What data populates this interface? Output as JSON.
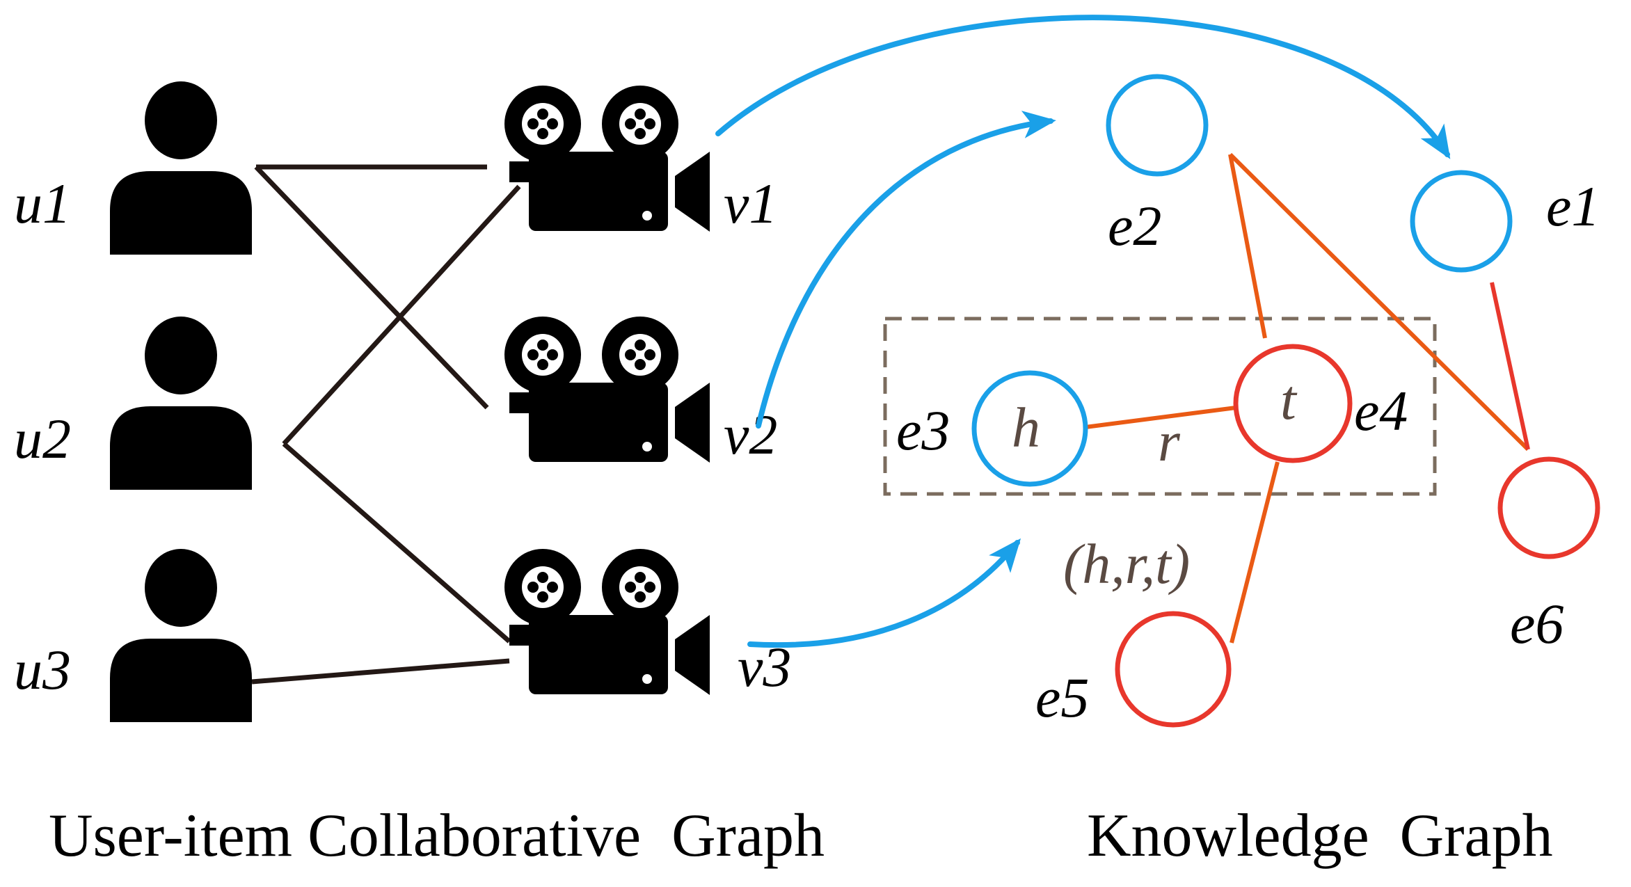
{
  "users": [
    "u1",
    "u2",
    "u3"
  ],
  "items": [
    "v1",
    "v2",
    "v3"
  ],
  "entities": {
    "e1": "e1",
    "e2": "e2",
    "e3": "e3",
    "e4": "e4",
    "e5": "e5",
    "e6": "e6"
  },
  "triple": {
    "head": "h",
    "relation": "r",
    "tail": "t",
    "notation": "(h,r,t)"
  },
  "captions": {
    "left": "User-item Collaborative  Graph",
    "right": "Knowledge  Graph"
  },
  "icons": {
    "user": "person-icon",
    "item": "movie-camera-icon"
  },
  "colors": {
    "interaction_edge": "#231815",
    "entity_blue": "#1aa0e8",
    "entity_red": "#e8372c",
    "kg_edge": "#ea5a14",
    "triple_box": "#7b6c5e"
  }
}
